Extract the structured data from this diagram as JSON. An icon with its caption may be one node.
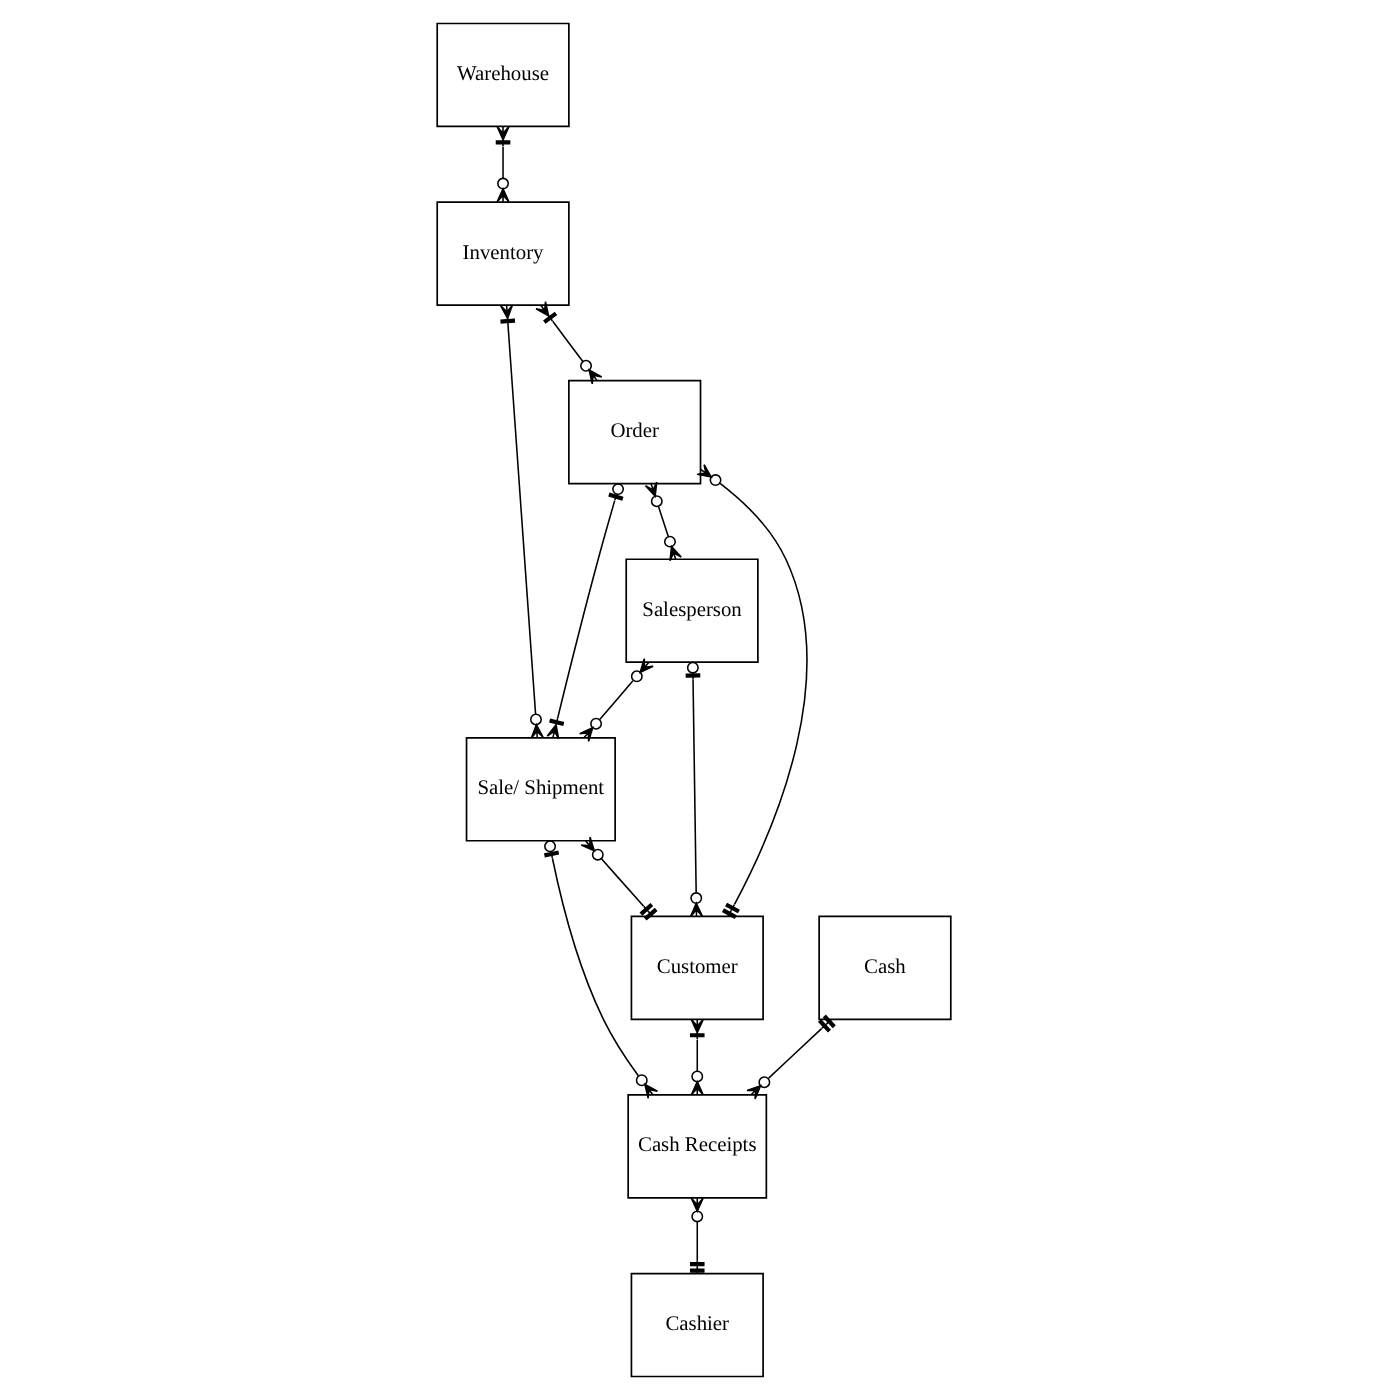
{
  "diagram": {
    "nodes": [
      {
        "text": [
          "Warehouse"
        ]
      },
      {
        "text": [
          "Order"
        ]
      },
      {
        "text": [
          "Salesperson"
        ]
      },
      {
        "text": [
          "Inventory"
        ]
      },
      {
        "text": [
          "Sale/ Shipment"
        ]
      },
      {
        "text": [
          "Customer"
        ]
      },
      {
        "text": [
          "Cash"
        ]
      },
      {
        "text": [
          "Cash Receipts"
        ]
      },
      {
        "text": [
          "Cashier"
        ]
      }
    ],
    "edges": [
      {
        "from": 0,
        "to": 3,
        "arrow": "other"
      },
      {
        "from": 3,
        "to": 1,
        "arrow": "other"
      },
      {
        "from": 3,
        "to": 4,
        "arrow": "other"
      },
      {
        "from": 1,
        "to": 5,
        "arrow": "other"
      },
      {
        "from": 1,
        "to": 2,
        "arrow": "other"
      },
      {
        "from": 1,
        "to": 4,
        "arrow": "other"
      },
      {
        "from": 2,
        "to": 4,
        "arrow": "other"
      },
      {
        "from": 2,
        "to": 5,
        "arrow": "other"
      },
      {
        "from": 4,
        "to": 5,
        "arrow": "other"
      },
      {
        "from": 4,
        "to": 7,
        "arrow": "other"
      },
      {
        "from": 5,
        "to": 7,
        "arrow": "other"
      },
      {
        "from": 6,
        "to": 7,
        "arrow": "other"
      },
      {
        "from": 7,
        "to": 8,
        "arrow": "other"
      }
    ]
  }
}
